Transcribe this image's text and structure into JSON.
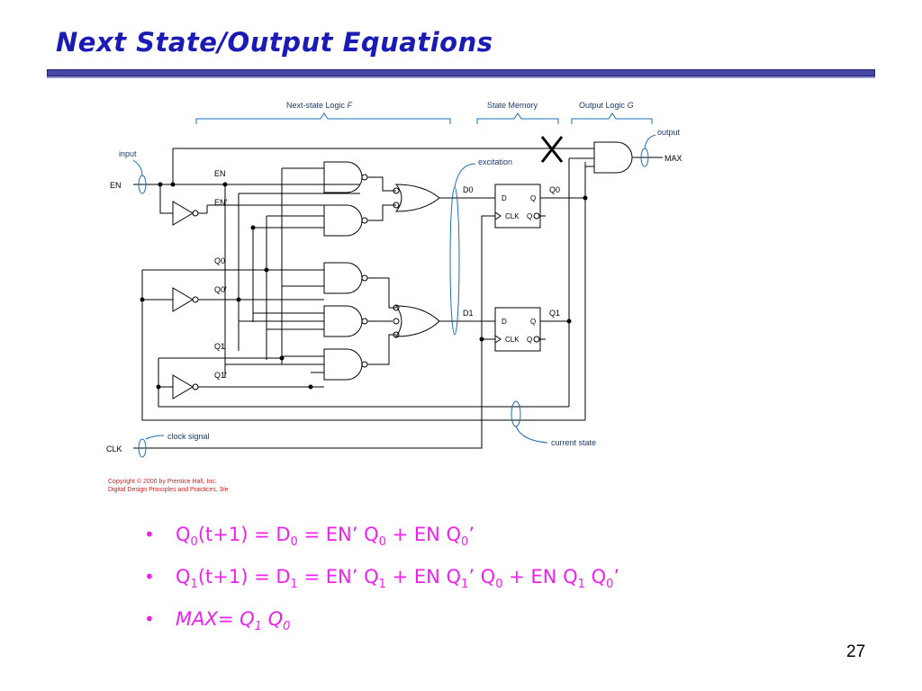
{
  "title": "Next State/Output Equations",
  "diagram": {
    "sections": {
      "next_state_logic": "Next-state Logic",
      "next_state_logic_var": "F",
      "state_memory": "State Memory",
      "output_logic": "Output Logic",
      "output_logic_var": "G"
    },
    "labels": {
      "input": "input",
      "en": "EN",
      "en_int": "EN",
      "en_bar": "EN′",
      "q0": "Q0",
      "q0_bar": "Q0′",
      "q1": "Q1",
      "q1_bar": "Q1′",
      "excitation": "excitation",
      "d0": "D0",
      "d1": "D1",
      "ff0_q_out": "Q0",
      "ff1_q_out": "Q1",
      "output": "output",
      "max": "MAX",
      "clk": "CLK",
      "clock_signal": "clock signal",
      "current_state": "current state",
      "ff_d": "D",
      "ff_q": "Q",
      "ff_clk": "CLK",
      "ff_qbar": "Q"
    },
    "cross_mark": "X",
    "accent_color": "#1a6fb4"
  },
  "copyright": {
    "line1": "Copyright © 2000 by Prentice Hall, Inc.",
    "line2": "Digital Design Principles and Practices, 3/e"
  },
  "equations": {
    "eq1": {
      "lhs": "Q",
      "lhs_sub": "0",
      "rest1": "(t+1) = D",
      "d_sub": "0",
      "rest2": " = EN’ Q",
      "s1": "0",
      "rest3": " + EN Q",
      "s2": "0",
      "rest4": "’"
    },
    "eq2": {
      "lhs": "Q",
      "lhs_sub": "1",
      "rest1": "(t+1) = D",
      "d_sub": "1",
      "rest2": " = EN’ Q",
      "s1": "1",
      "rest3": " + EN Q",
      "s2": "1",
      "rest4": "’ Q",
      "s3": "0",
      "rest5": " + EN Q",
      "s4": "1",
      "rest6": " Q",
      "s5": "0",
      "rest7": "’"
    },
    "eq3": {
      "lhs": "MAX= Q",
      "s1": "1",
      "rest1": " Q",
      "s2": "0"
    }
  },
  "page_number": "27"
}
